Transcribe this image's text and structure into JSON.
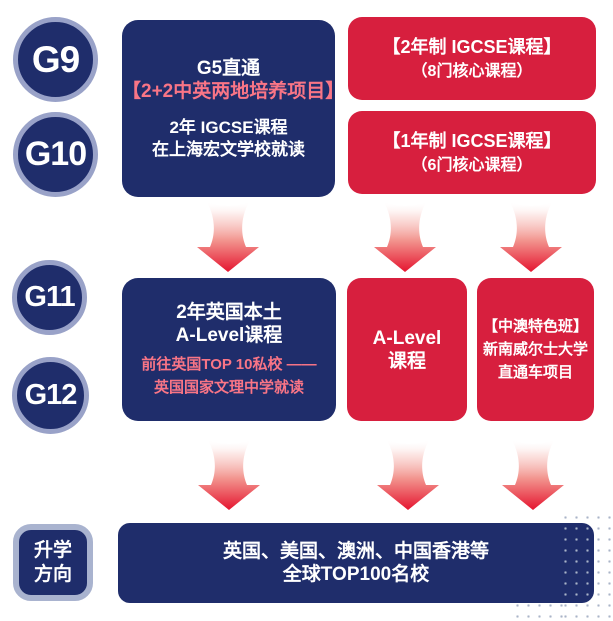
{
  "colors": {
    "navy": "#1f2d6b",
    "red": "#d71f3e",
    "pink_text": "#f97586",
    "circle_ring": "#99a2c8",
    "badge_border": "#a9b3cf",
    "arrow_red": "#e5152f",
    "dot": "#aab4c8"
  },
  "grades": [
    {
      "label": "G9"
    },
    {
      "label": "G10"
    },
    {
      "label": "G11"
    },
    {
      "label": "G12"
    }
  ],
  "flow": {
    "top_left": {
      "title1": "G5直通",
      "title2": "【2+2中英两地培养项目】",
      "body1": "2年 IGCSE课程",
      "body2": "在上海宏文学校就读"
    },
    "top_right_1": {
      "line1": "【2年制 IGCSE课程】",
      "line2": "（8门核心课程）"
    },
    "top_right_2": {
      "line1": "【1年制 IGCSE课程】",
      "line2": "（6门核心课程）"
    },
    "mid_left": {
      "title1": "2年英国本土",
      "title2": "A-Level课程",
      "body1": "前往英国TOP 10私校 ——",
      "body2": "英国国家文理中学就读"
    },
    "mid_center": {
      "line1": "A-Level",
      "line2": "课程"
    },
    "mid_right": {
      "line1": "【中澳特色班】",
      "line2": "新南威尔士大学",
      "line3": "直通车项目"
    },
    "bottom_badge": {
      "line1": "升学",
      "line2": "方向"
    },
    "bottom": {
      "line1": "英国、美国、澳洲、中国香港等",
      "line2": "全球TOP100名校"
    }
  }
}
